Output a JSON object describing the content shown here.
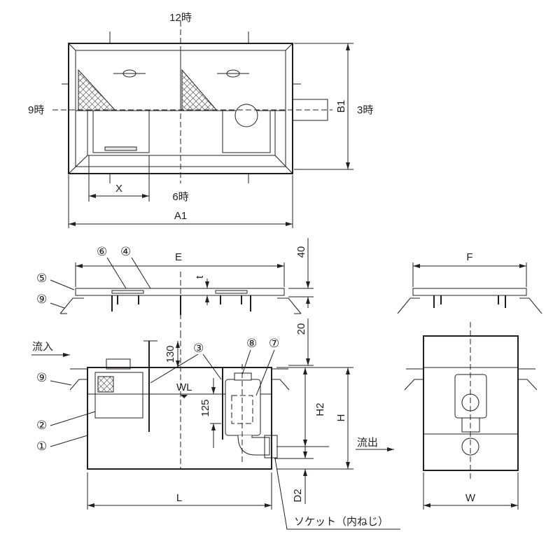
{
  "top_view": {
    "clock_12": "12時",
    "clock_9": "9時",
    "clock_3": "3時",
    "clock_6": "6時",
    "dim_x": "X",
    "dim_a1": "A1",
    "dim_b1": "B1"
  },
  "lid_view": {
    "dim_e": "E",
    "dim_f": "F",
    "dim_t": "t",
    "dim_40": "40",
    "dim_20": "20"
  },
  "section_view": {
    "inflow": "流入",
    "outflow": "流出",
    "dim_130": "130",
    "dim_125": "125",
    "water_level": "WL",
    "dim_h2": "H2",
    "dim_h": "H",
    "dim_d2": "D2",
    "dim_l": "L",
    "dim_w": "W",
    "socket_label": "ソケット（内ねじ）"
  },
  "part_numbers": [
    "①",
    "②",
    "③",
    "④",
    "⑤",
    "⑥",
    "⑦",
    "⑧",
    "⑨"
  ]
}
